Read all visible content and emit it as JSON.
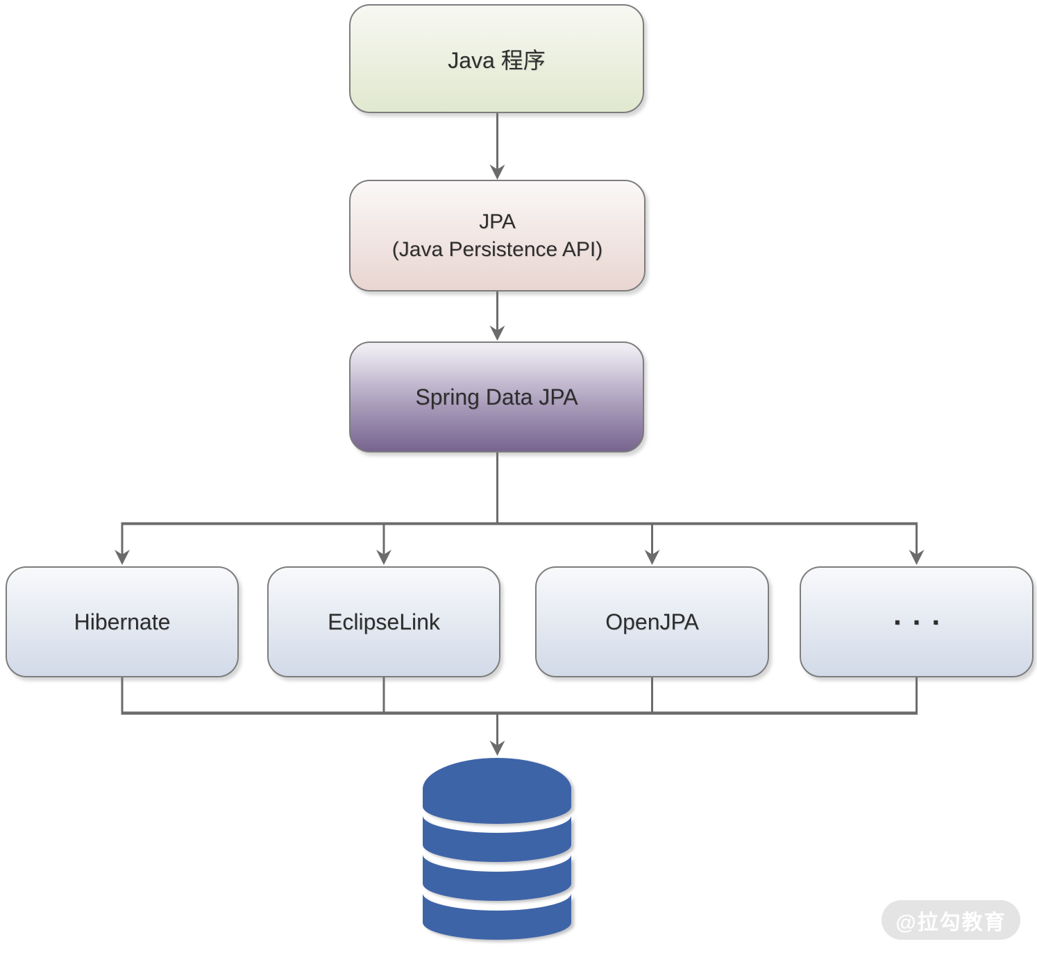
{
  "diagram": {
    "nodes": [
      {
        "id": "java-app",
        "label": "Java 程序"
      },
      {
        "id": "jpa",
        "label": "JPA",
        "sublabel": "(Java Persistence API)"
      },
      {
        "id": "spring-data-jpa",
        "label": "Spring Data JPA"
      },
      {
        "id": "hibernate",
        "label": "Hibernate"
      },
      {
        "id": "eclipselink",
        "label": "EclipseLink"
      },
      {
        "id": "openjpa",
        "label": "OpenJPA"
      },
      {
        "id": "more",
        "label": "..."
      }
    ],
    "edges": [
      {
        "from": "java-app",
        "to": "jpa"
      },
      {
        "from": "jpa",
        "to": "spring-data-jpa"
      },
      {
        "from": "spring-data-jpa",
        "to": "hibernate"
      },
      {
        "from": "spring-data-jpa",
        "to": "eclipselink"
      },
      {
        "from": "spring-data-jpa",
        "to": "openjpa"
      },
      {
        "from": "spring-data-jpa",
        "to": "more"
      },
      {
        "from": "hibernate",
        "to": "database"
      },
      {
        "from": "eclipselink",
        "to": "database"
      },
      {
        "from": "openjpa",
        "to": "database"
      },
      {
        "from": "more",
        "to": "database"
      }
    ],
    "database": {
      "icon": "database-cylinder-icon"
    },
    "colors": {
      "node_green_bottom": "#e1e8cf",
      "node_pink_bottom": "#e9d5d1",
      "node_purple_bottom": "#77648f",
      "node_blue_bottom": "#d2dae8",
      "node_border": "#7c7c7c",
      "connector_line": "#6b6b6b",
      "database_blue": "#3e64a8",
      "watermark_background": "#e4e4e4",
      "watermark_text": "#ffffff"
    },
    "watermark": {
      "text": "@拉勾教育"
    }
  }
}
